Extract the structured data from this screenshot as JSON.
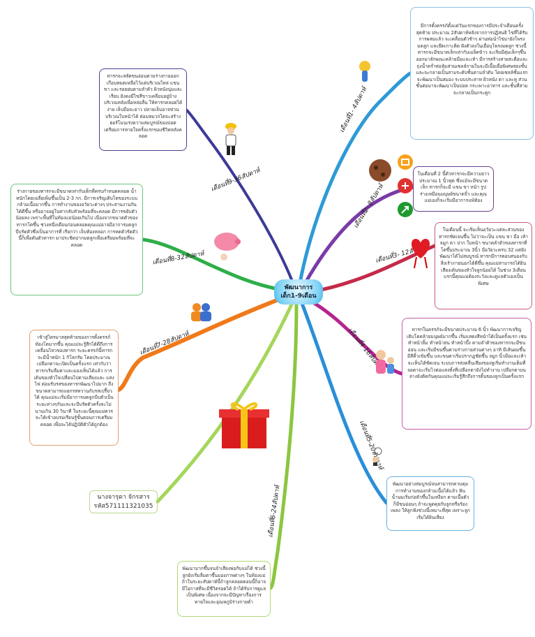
{
  "center": {
    "line1": "พัฒนาการ",
    "line2": "เด็ก1-9เดือน"
  },
  "author": {
    "name": "นางจารุดา จักรสาร",
    "code": "รหัส571111321035"
  },
  "colors": {
    "m1": "#2e9ad6",
    "m2": "#7a3aa8",
    "m3": "#c42a48",
    "m4": "#b5248f",
    "m5": "#2a8fd8",
    "m6": "#8cc63f",
    "m7": "#f07a1a",
    "m8": "#2eae4a",
    "m9": "#3c3a98"
  },
  "branches": {
    "m1": {
      "label": "เดือนที่1- 4สัปดาห์",
      "text": "มีการตั้งครรภ์ตั้งแต่วันแรกของการมีประจำเดือนครั้งสุดท้าย ประมาณ 2สัปดาห์หลังจากการปฏิสนธิ ไข่ที่ได้รับการผสมแล้ว จะเคลื่อนตัวช้าๆ ผ่านท่อนำไข่มายังโพรงมดลูก และยึดเกาะติด ฝังตัวลงในเยื่อบุโพรงมดลูก ช่วงนี้ทารกจะมีขนาดเล็กเท่ากับเมล็ดข้าว จะเริ่มมีตุ่มเล็กๆขึ้นออกมาลักษณะคล้ายมือและเท้า มีการสร้างสายสะดือและถุงน้ำคร่ำห่อหุ้มส่วนเซลล์กายในจะมีเนื้อเยื่อพิเศษสองชั้นและจะกลายเป็นสามระดับชั้นตามลำดับ โดยเซลล์ชั้นแรกจะพัฒนาเป็นสมอง ระบบประสาท ผิวหนัง ตา และหู ส่วนชั้นต่อมาจะพัฒนาเป็นปอด กระเพาะอาหาร และชั้นที่สามจะกลายเป็นกระดูก"
    },
    "m2": {
      "label": "เดือนที่2- 8สัปดาห์",
      "text": "ในเดือนที่ 2 นี้ตัวทารกจะมีความยาวประมาณ 1 นิ้วฟุต ซึ่งแม้จะมีขนาดเล็ก ทารกก็จะมี แขน ขา หน้า รูปร่างเหมือนมนุษย์ขนาดจิ๋ว และคุณแม่เองก็จะเริ่มมีอาการแพ้ท้อง"
    },
    "m3": {
      "label": "เดือนที่3- 12สัปดาห์",
      "text": "ในเดือนนี้ จะเริ่มเห็นอวัยวะแต่ละส่วนของทารกชัดเจนขึ้น ไม่ว่าจะเป็น แขน ขา มือ เท้า จมูก ตา ปาก ใบหน้า ขนาดลำตัวของทารกที่โตขึ้นประมาณ 3นิ้ว มีอวัยวะครบ 32 แต่ยังพัฒนาได้ไม่สมบูรณ์ ทารกมีการตอบสนองกับสิ่งเร้าภายนอกได้ดีขึ้น คุณแม่สามารถได้ยินเสียงเต้นของหัวใจลูกน้อยได้ ในช่วง 3เดือนแรกนี้คุณแม่ต้องระวังและดูแลตัวเองเป็นพิเศษ"
    },
    "m4": {
      "label": "เดือนที่4-16สัปดาห์",
      "text": "ทารกในครรภ์จะมีขนาดประมาณ 6 นิ้ว พัฒนาการเจริญเติบโตคล้ายมนุษย์มากขึ้น เริ่มแสดงสีหน้าได้เป็นครั้งแรก เช่น ทำหน้ายิ้ม ทำหน้าย่น ทำหน้าบึ้ง ตามลำตัวของทารกจะมีขนอ่อน และเริ่มมีขนขึ้นตามร่างกายส่วนต่างๆ อาทิ มีเส้นผมขึ้น มีสีคิ้วเข้มขึ้น และขนตาเริ่มปรากฏชัดขึ้น จมูก นิ้วมือและเท้า จะเห็นได้ชัดเจน ระบบการส่งคลื่นเสียงของหูเริ่มทำงานเต็มที่ จอตาจะเริ่มไวต่อแสงทั้งที่เปลือกตายังไม่ทำงาน เปลือกตาบนล่างยังติดกันคุณแม่จะเริ่มรู้สึกถึงการดิ้นของลูกเป็นครั้งแรก"
    },
    "m5": {
      "label": "เดือนที่5-20สัปดาห์",
      "text": "พัฒนาอย่างสมบูรณ์จนสามารถควบคุมการทำงานของกล้ามเนื้อได้แล้ว ฟันน้ำนมเริ่มก่อตัวขึ้นในเหงือก ตามเนื้อตัวก็มีขนอ่อนๆ ถ้าจะพูดคุยกับลูกหรือร้องเพลง ให้ลูกฟังช่วงนี้เหมาะที่สุด เพราะลูกเริ่มได้ยินเสียง"
    },
    "m6": {
      "label": "เดือนที่6-24สัปดาห์",
      "text": "พัฒนามากขึ้นจนจำเสียงพ่อกับแม่ได้ ช่วงนี้ลูกยังเริ่มลืมตาขึ้นมองภาพต่างๆ ในท้องแม่ ถ้าในระยะสัปดาห์นี้ถ้าลูกคลอดตอนนี้ก็อาจมีโอกาสที่จะมีชีวิตรอดได้ ถ้าได้รับการดูแลเป็นพิเศษ เนื่องจากจะมีปัญหาเรื่องการหายใจและอุณหภูมิร่างกายต่ำ"
    },
    "m7": {
      "label": "เดือนที่7-28สัปดาห์",
      "text": "เข้าสู่ไตรมาสสุดท้ายของการตั้งครรภ์ ท้องโตมากขึ้น คุณแม่จะรู้สึกได้ดีถึงการเคลื่อนไหวของทารก ระยะครรภ์นี้ทารกจะมีน้ำหนัก 1 กิโลกรัม โดยประมาณ เปลือกตาจะเปิดเป็นครั้งแรก เท่ากับว่าทารกเริ่มลืมตาและมองเห็นได้แล้ว การเต้นของหัวใจเปลี่ยนไปตามเสียงและ แสงไฟ ต่อมรับรสของทารกพัฒนาไปมาก ถึงขนาดสามารถแยกรสหวานกับรสเปรี้ยวได้ คุณแม่จะเริ่มมีอาการมดลูกบีบตัวเป็นระยะห่างๆกันและจะบีบรัดตัวครั้งละไม่นานเกิน 30 วินาที ในระยะนี้คุณแม่ควรจะได้เข้าอบรมเรียนรู้ขั้นตอนการเตรียมคลอด เพื่อจะได้ปฏิบัติตัวได้ถูกต้อง"
    },
    "m8": {
      "label": "เดือนที่8-32สัปดาห์",
      "text": "ร่างกายของทารกจะมีขนาดเท่ากับเด็กที่ครบกำหนดคลอด น้ำหนักโดยเฉลี่ยเพิ่มขึ้นเป็น 2-3 กก. มีการเจริญเติบโตของระบบกล้ามเนื้อมากขึ้น การทำงานของอวัยวะต่างๆ ประสานงานกันได้ดีขึ้น หรืออาจอยู่ในท่ากลับหัวพร้อมที่จะคลอด มีการขยับตัวน้อยลง เพราะพื้นที่ในท้องแม่น้อยเกินไป เนื่องจากขนาดตัวของทารกโตขึ้น ช่วงหนึ่งเดือนก่อนคลอดคุณแม่อาจมีอาการมดลูกบีบรัดตัวซึ่งเป็นอาการที่ เรียกว่า เจ็บท้องหลอก การหดตัวรัดตัวนี้ก็เพื่อดันตัวทารก มาประชิดปากมดลูกเพื่อเตรียมพร้อมที่จะคลอด"
    },
    "m9": {
      "label": "เดือนที่9-36สัปดาห์",
      "text": "ทารกจะสลัดขนอ่อนตามร่างกายออกเกือบหมดเหลือไว้แต่บริเวณไหล่ แขน ขา และรอยย่นตามลำตัว ผิวหนังนุ่มและเรียบ ยังคงมีไขสีขาวเคลือบอยู่บ้างบริเวณหลังเพื่อหล่อลื่น ให้ทารกคลอดได้ง่าย เล็บมือจะยาว ปลายเล็บอาจข่วนบริเวณใบหน้าได้ ต่อมหมวกไตจะสร้างฮอร์โมนเร่งความสมบูรณ์ของปอด เตรียมการหายใจครั้งแรกของชีวิตหลังคลอด"
    }
  }
}
